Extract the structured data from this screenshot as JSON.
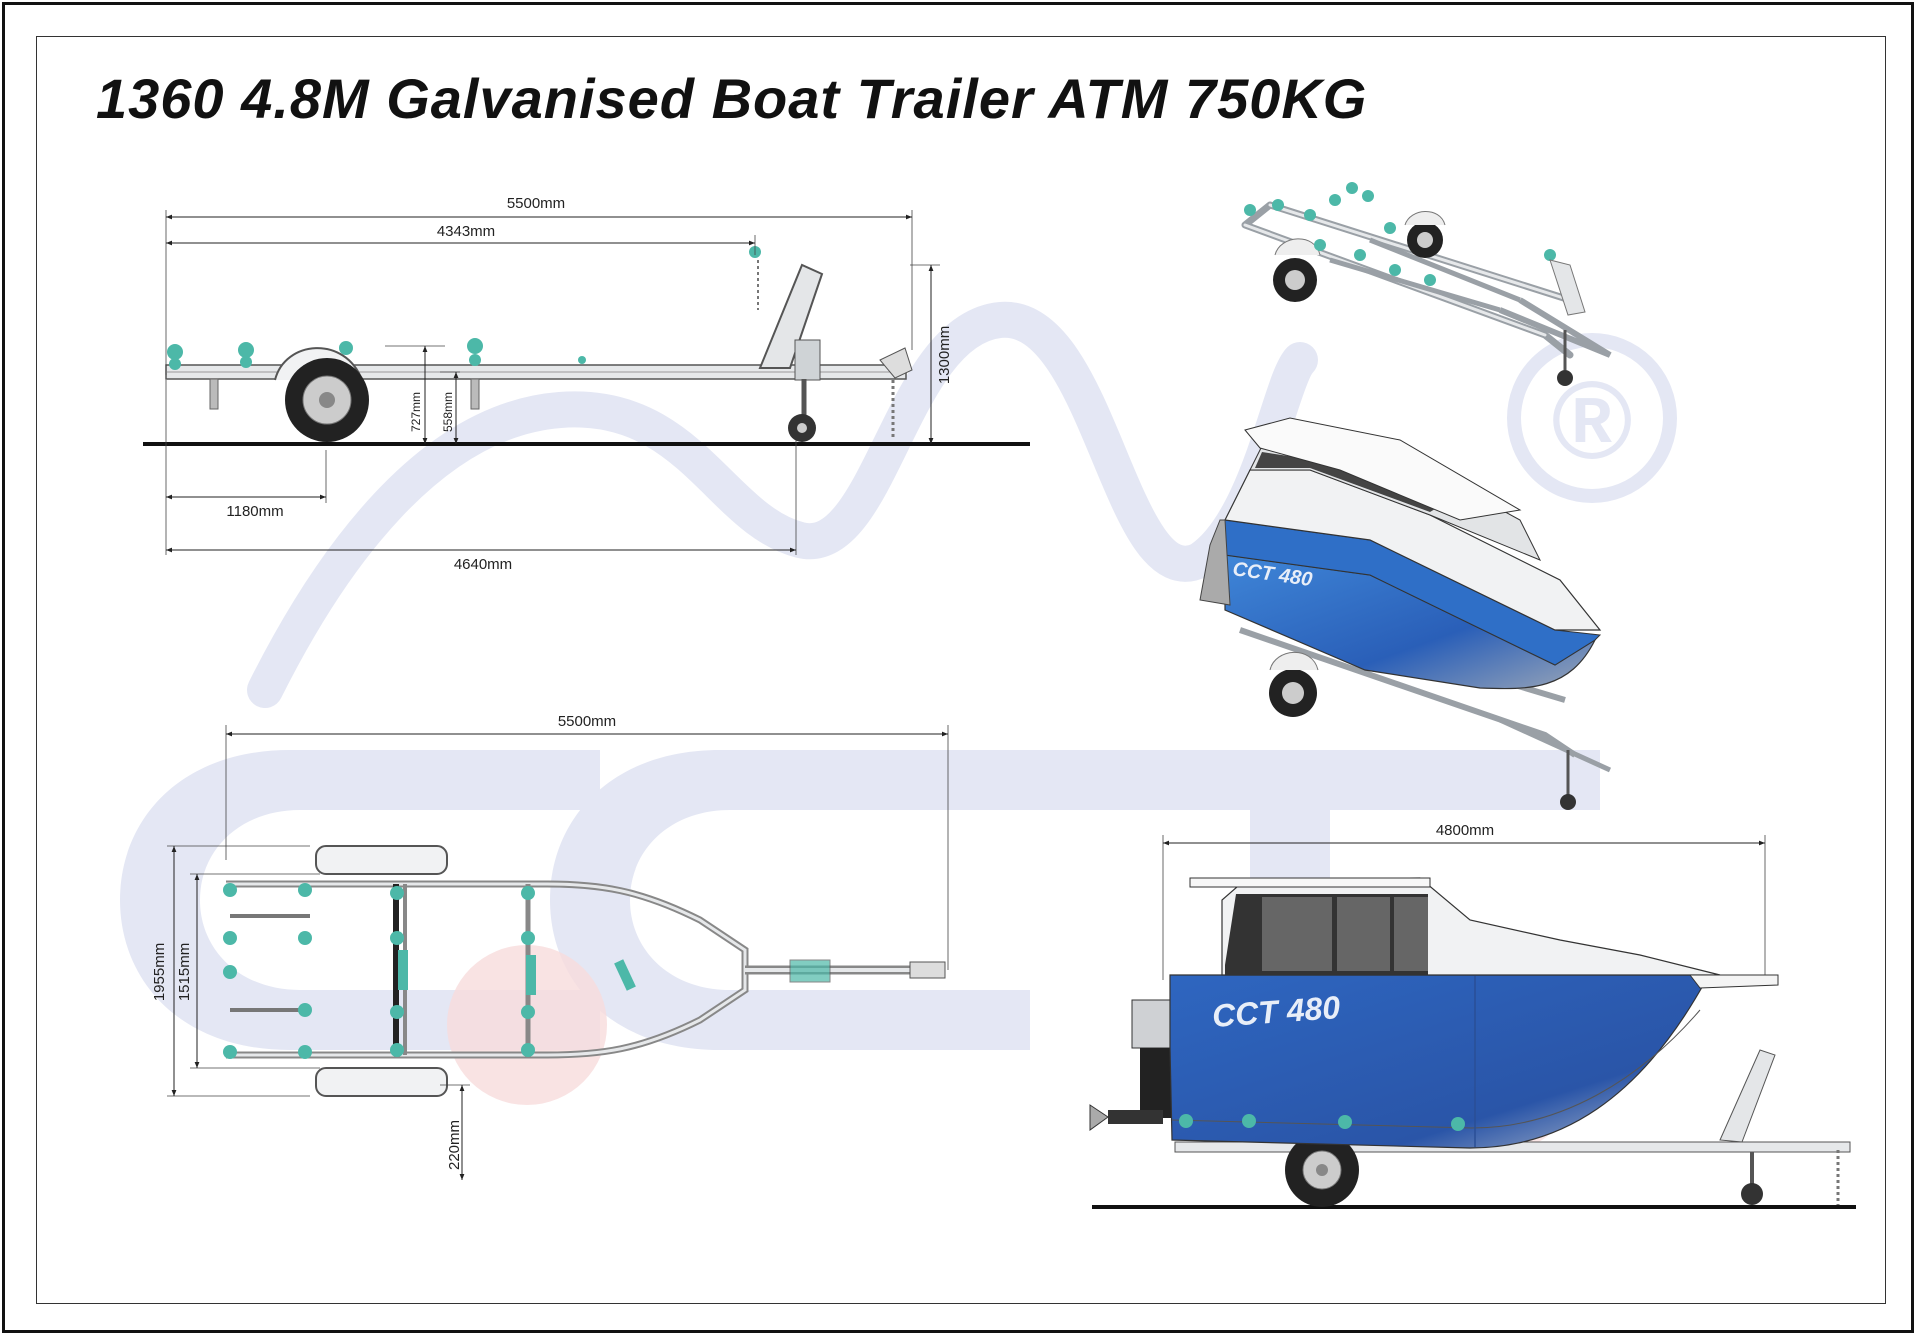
{
  "title": "1360 4.8M Galvanised Boat Trailer ATM 750KG",
  "colors": {
    "watermark": "#e4e7f4",
    "watermark_red": "#f8dcdc",
    "roller": "#4cb8a8",
    "hull_blue": "#2f6fc7",
    "frame_steel": "#b9bec4"
  },
  "watermark": {
    "registered_mark": "®"
  },
  "side_view": {
    "dims": {
      "overall_length": "5500mm",
      "coupling_to_rear": "4343mm",
      "height": "1300mm",
      "frame_height": "727mm",
      "axle_height": "558mm",
      "axle_position": "1180mm",
      "jockey_position": "4640mm"
    }
  },
  "top_view": {
    "dims": {
      "overall_length": "5500mm",
      "overall_width": "1955mm",
      "track_width": "1515mm",
      "ground_clearance": "220mm"
    }
  },
  "boat_side_view": {
    "dims": {
      "boat_length": "4800mm"
    },
    "boat_name": "CCT 480"
  },
  "boat_iso_view": {
    "boat_name": "CCT 480"
  }
}
